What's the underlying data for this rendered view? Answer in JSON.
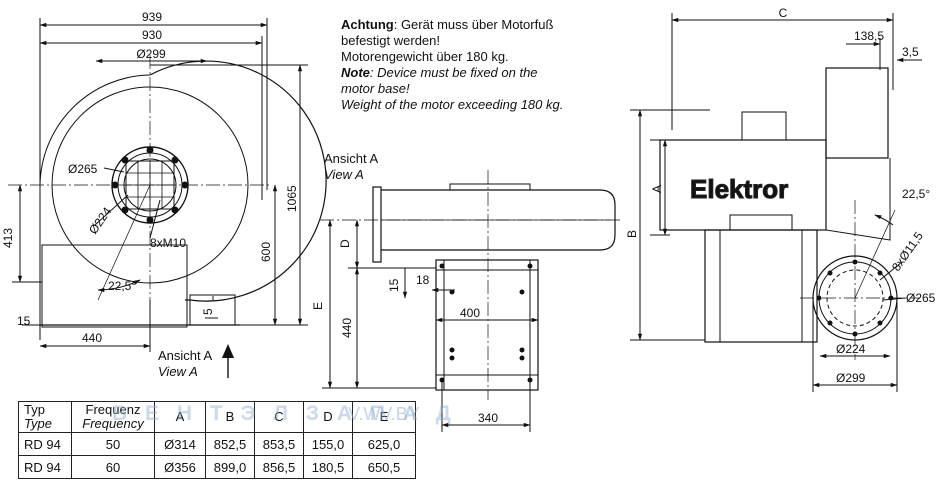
{
  "note": {
    "de_bold": "Achtung",
    "de_line1_rest": ": Gerät muss über Motorfuß",
    "de_line2": "befestigt werden!",
    "de_line3": "Motorengewicht über 180 kg.",
    "en_bold": "Note",
    "en_line1_rest": ": Device must be fixed on the",
    "en_line2": "motor base!",
    "en_line3": "Weight of the motor exceeding 180 kg."
  },
  "views": {
    "view_a_top": {
      "de": "Ansicht A",
      "en": "View A"
    },
    "view_a_bottom": {
      "de": "Ansicht A",
      "en": "View A"
    }
  },
  "front_view": {
    "dim_939": "939",
    "dim_930": "930",
    "dim_299": "Ø299",
    "dim_265": "Ø265",
    "dim_224": "Ø224",
    "bolts": "8xM10",
    "angle": "22,5°",
    "dim_413": "413",
    "dim_600": "600",
    "dim_1065": "1065",
    "dim_15": "15",
    "dim_440": "440",
    "dim_5": "5"
  },
  "side_view": {
    "dim_D": "D",
    "dim_E": "E",
    "dim_15": "15",
    "dim_18": "18",
    "dim_400": "400",
    "dim_440": "440",
    "dim_340": "340"
  },
  "motor_view": {
    "brand": "Elektror",
    "dim_C": "C",
    "dim_138": "138,5",
    "dim_3": "3,5",
    "dim_A": "A",
    "dim_B": "B",
    "angle": "22,5°",
    "holes": "8xØ11,5",
    "dim_265": "Ø265",
    "dim_224": "Ø224",
    "dim_299": "Ø299"
  },
  "watermark": {
    "left": "В Е Н Т Э Л З А П А Д",
    "right": "V.WV.BY"
  },
  "table": {
    "headers": [
      {
        "de": "Typ",
        "en": "Type"
      },
      {
        "de": "Frequenz",
        "en": "Frequency"
      },
      {
        "de": "A",
        "en": ""
      },
      {
        "de": "B",
        "en": ""
      },
      {
        "de": "C",
        "en": ""
      },
      {
        "de": "D",
        "en": ""
      },
      {
        "de": "E",
        "en": ""
      }
    ],
    "rows": [
      [
        "RD 94",
        "50",
        "Ø314",
        "852,5",
        "853,5",
        "155,0",
        "625,0"
      ],
      [
        "RD 94",
        "60",
        "Ø356",
        "899,0",
        "856,5",
        "180,5",
        "650,5"
      ]
    ]
  }
}
